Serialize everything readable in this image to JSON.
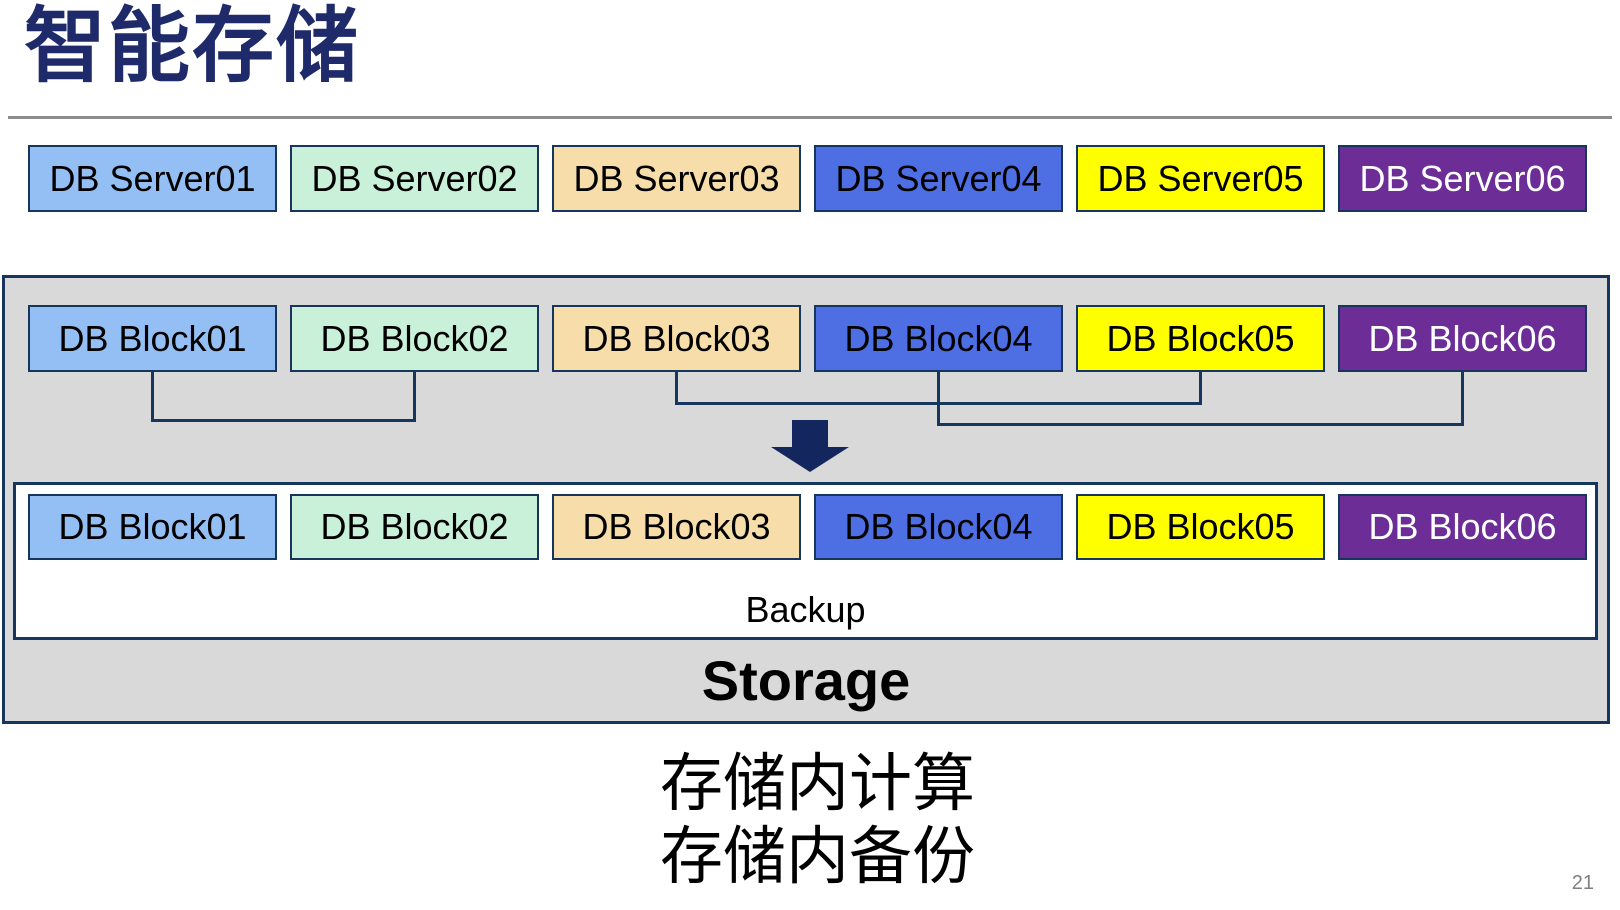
{
  "slide": {
    "title": "智能存储",
    "page_number": "21"
  },
  "colors": {
    "title": "#1F2A6B",
    "box_border": "#17365D",
    "connector": "#17365D",
    "arrow": "#13275E",
    "storage_bg": "#D9D9D9",
    "divider": "#8C8C8C"
  },
  "servers": [
    {
      "label": "DB Server01",
      "fill": "#94BFF5",
      "text": "#000000"
    },
    {
      "label": "DB Server02",
      "fill": "#C9F0D8",
      "text": "#000000"
    },
    {
      "label": "DB Server03",
      "fill": "#F7DDA9",
      "text": "#000000"
    },
    {
      "label": "DB Server04",
      "fill": "#4D6FE3",
      "text": "#000000"
    },
    {
      "label": "DB Server05",
      "fill": "#FFFF00",
      "text": "#000000"
    },
    {
      "label": "DB Server06",
      "fill": "#6C2D96",
      "text": "#FFFFFF"
    }
  ],
  "storage_unit": {
    "blocks_top": [
      {
        "label": "DB Block01",
        "fill": "#94BFF5",
        "text": "#000000"
      },
      {
        "label": "DB Block02",
        "fill": "#C9F0D8",
        "text": "#000000"
      },
      {
        "label": "DB Block03",
        "fill": "#F7DDA9",
        "text": "#000000"
      },
      {
        "label": "DB Block04",
        "fill": "#4D6FE3",
        "text": "#000000"
      },
      {
        "label": "DB Block05",
        "fill": "#FFFF00",
        "text": "#000000"
      },
      {
        "label": "DB Block06",
        "fill": "#6C2D96",
        "text": "#FFFFFF"
      }
    ],
    "blocks_bottom": [
      {
        "label": "DB Block01",
        "fill": "#94BFF5",
        "text": "#000000"
      },
      {
        "label": "DB Block02",
        "fill": "#C9F0D8",
        "text": "#000000"
      },
      {
        "label": "DB Block03",
        "fill": "#F7DDA9",
        "text": "#000000"
      },
      {
        "label": "DB Block04",
        "fill": "#4D6FE3",
        "text": "#000000"
      },
      {
        "label": "DB Block05",
        "fill": "#FFFF00",
        "text": "#000000"
      },
      {
        "label": "DB Block06",
        "fill": "#6C2D96",
        "text": "#FFFFFF"
      }
    ],
    "backup_label": "Backup",
    "storage_label": "Storage"
  },
  "captions": {
    "line1": "存储内计算",
    "line2": "存储内备份"
  }
}
